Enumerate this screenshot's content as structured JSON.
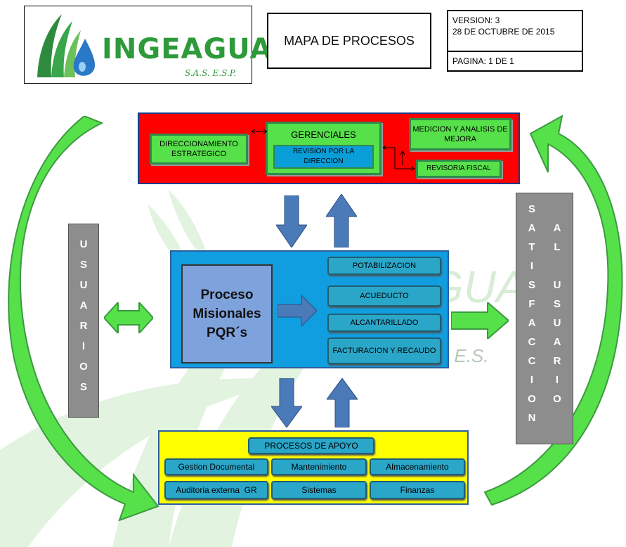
{
  "header": {
    "logo_text": "INGEAGUA",
    "logo_sub": "S.A.S.   E.S.P.",
    "title": "MAPA DE PROCESOS",
    "version": "VERSION: 3",
    "date": "28 DE OCTUBRE DE 2015",
    "page": "PAGINA: 1 DE 1"
  },
  "strategic": {
    "direccionamiento": "DIRECCIONAMIENTO ESTRATEGICO",
    "gerenciales": "GERENCIALES",
    "revision": "REVISION POR LA DIRECCION",
    "medicion": "MEDICION Y ANALISIS DE MEJORA",
    "revisoria": "REVISORIA FISCAL"
  },
  "misional": {
    "title": "Proceso Misionales PQR´s",
    "items": [
      "POTABILIZACION",
      "ACUEDUCTO",
      "ALCANTARILLADO",
      "FACTURACION Y RECAUDO"
    ]
  },
  "apoyo": {
    "title": "PROCESOS DE APOYO",
    "items": [
      "Gestion Documental",
      "Mantenimiento",
      "Almacenamiento",
      "Auditoria externa  GR",
      "Sistemas",
      "Finanzas"
    ]
  },
  "usuarios": [
    "U",
    "S",
    "U",
    "A",
    "R",
    "I",
    "O",
    "S"
  ],
  "satisfaccion": [
    "S",
    "A",
    "T",
    "I",
    "S",
    "F",
    "A",
    "C",
    "C",
    "I",
    "O",
    "N"
  ],
  "al_usuario": [
    "A",
    "L",
    "",
    "U",
    "S",
    "U",
    "A",
    "R",
    "I",
    "O"
  ],
  "colors": {
    "strategic_bg": "#ff0000",
    "misional_bg": "#119ee0",
    "apoyo_bg": "#ffff00",
    "green": "#56e04a",
    "gray": "#8d8d8d",
    "arrow_blue": "#4a7ab8"
  }
}
